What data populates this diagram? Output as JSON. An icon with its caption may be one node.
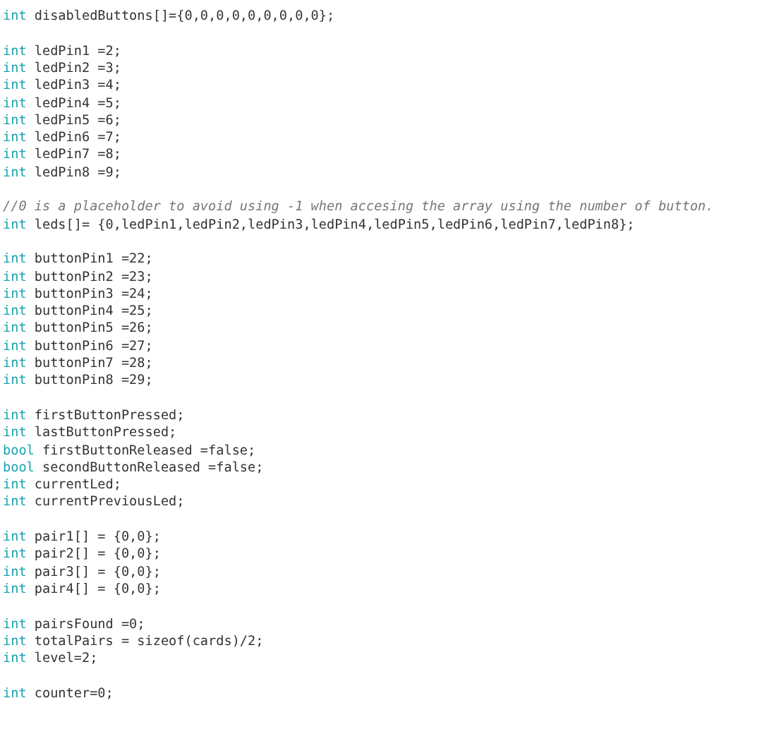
{
  "diagram": {
    "labels": [
      "int disabledButtons[]={0,0,0,0,0,0,0,0,0};",
      "int ledPin1 =2;",
      "int ledPin2 =3;",
      "int ledPin3 =4;",
      "int ledPin4 =5;",
      "int ledPin5 =6;",
      "int ledPin6 =7;",
      "int ledPin7 =8;",
      "int ledPin8 =9;",
      "//0 is a placeholder to avoid using -1 when accesing the array using the number of button.",
      "int leds[]= {0,ledPin1,ledPin2,ledPin3,ledPin4,ledPin5,ledPin6,ledPin7,ledPin8};",
      "int buttonPin1 =22;",
      "int buttonPin2 =23;",
      "int buttonPin3 =24;",
      "int buttonPin4 =25;",
      "int buttonPin5 =26;",
      "int buttonPin6 =27;",
      "int buttonPin7 =28;",
      "int buttonPin8 =29;",
      "int firstButtonPressed;",
      "int lastButtonPressed;",
      "bool firstButtonReleased =false;",
      "bool secondButtonReleased =false;",
      "int currentLed;",
      "int currentPreviousLed;",
      "int pair1[] = {0,0};",
      "int pair2[] = {0,0};",
      "int pair3[] = {0,0};",
      "int pair4[] = {0,0};",
      "int pairsFound =0;",
      "int totalPairs = sizeof(cards)/2;",
      "int level=2;",
      "int counter=0;"
    ]
  }
}
